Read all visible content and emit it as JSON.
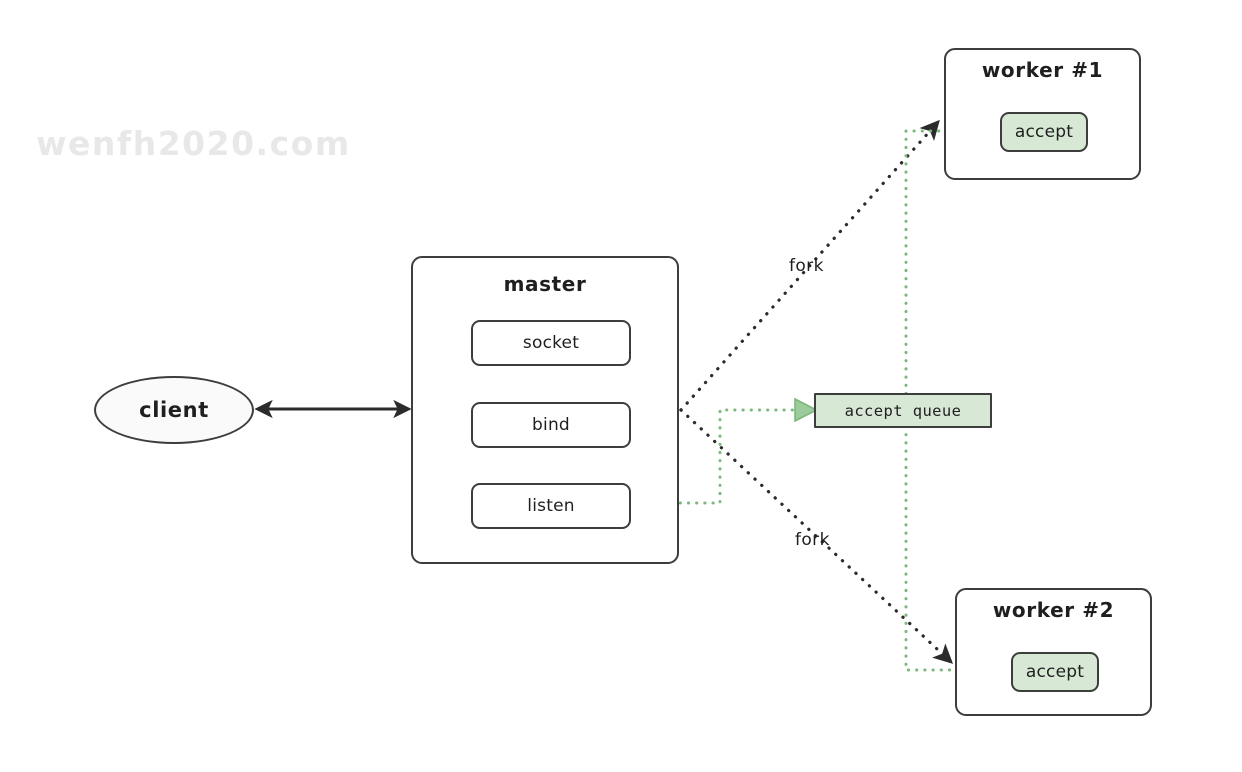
{
  "watermark": "wenfh2020.com",
  "nodes": {
    "client": {
      "label": "client"
    },
    "master": {
      "title": "master",
      "steps": [
        {
          "label": "socket"
        },
        {
          "label": "bind"
        },
        {
          "label": "listen"
        }
      ]
    },
    "worker1": {
      "title": "worker #1",
      "accept_label": "accept"
    },
    "worker2": {
      "title": "worker #2",
      "accept_label": "accept"
    },
    "accept_queue": {
      "label": "accept queue"
    }
  },
  "edges": {
    "fork_top_label": "fork",
    "fork_bottom_label": "fork"
  },
  "colors": {
    "stroke": "#3d3d3d",
    "text": "#1f1f1f",
    "green_fill": "#d7e9d5",
    "green_stroke": "#82b366",
    "green_dotted": "#7cb87c",
    "background": "#ffffff",
    "watermark": "#e8e8e8"
  }
}
